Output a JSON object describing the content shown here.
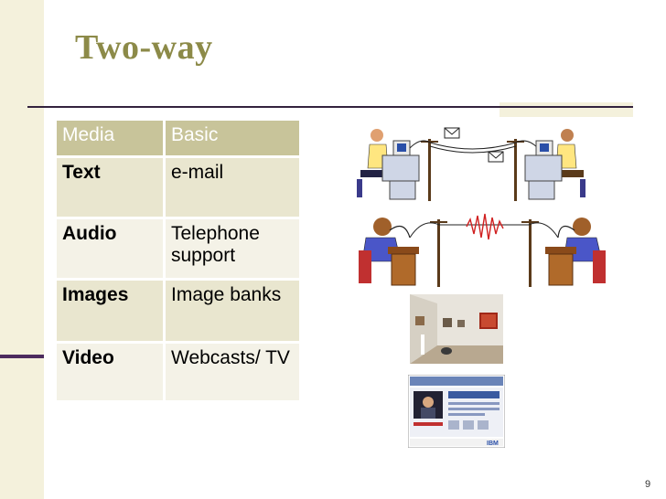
{
  "slide": {
    "title": "Two-way",
    "page_number": "9"
  },
  "table": {
    "headers": [
      "Media",
      "Basic"
    ],
    "rows": [
      {
        "media": "Text",
        "basic": "e-mail"
      },
      {
        "media": "Audio",
        "basic": "Telephone support"
      },
      {
        "media": "Images",
        "basic": "Image banks"
      },
      {
        "media": "Video",
        "basic": "Webcasts/ TV"
      }
    ]
  },
  "illustrations": {
    "icons": [
      "email-computer-clipart",
      "telephone-clipart",
      "gallery-photo",
      "webcast-screenshot"
    ],
    "webcast_logo": "IBM"
  }
}
